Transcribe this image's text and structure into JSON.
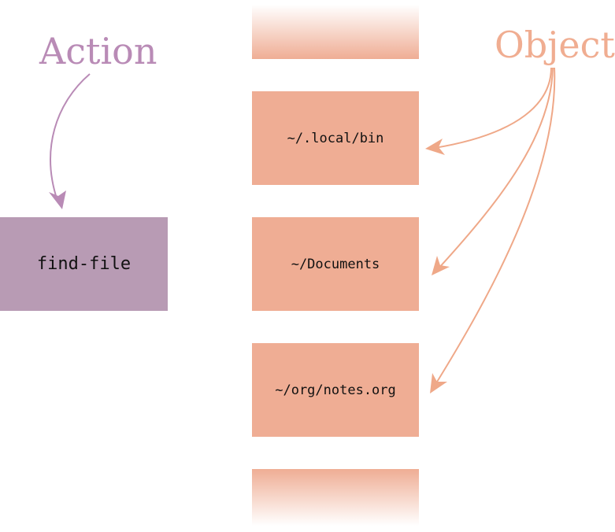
{
  "action": {
    "title": "Action",
    "command": "find-file"
  },
  "objects": {
    "title": "Objects",
    "items": [
      {
        "label": "~/.local/bin"
      },
      {
        "label": "~/Documents"
      },
      {
        "label": "~/org/notes.org"
      }
    ]
  },
  "colors": {
    "action": "#b89bb4",
    "action_text": "#b98bb6",
    "object": "#efad94",
    "object_text": "#f0ad91",
    "arrow_action": "#b98bb6",
    "arrow_object": "#efa888"
  }
}
